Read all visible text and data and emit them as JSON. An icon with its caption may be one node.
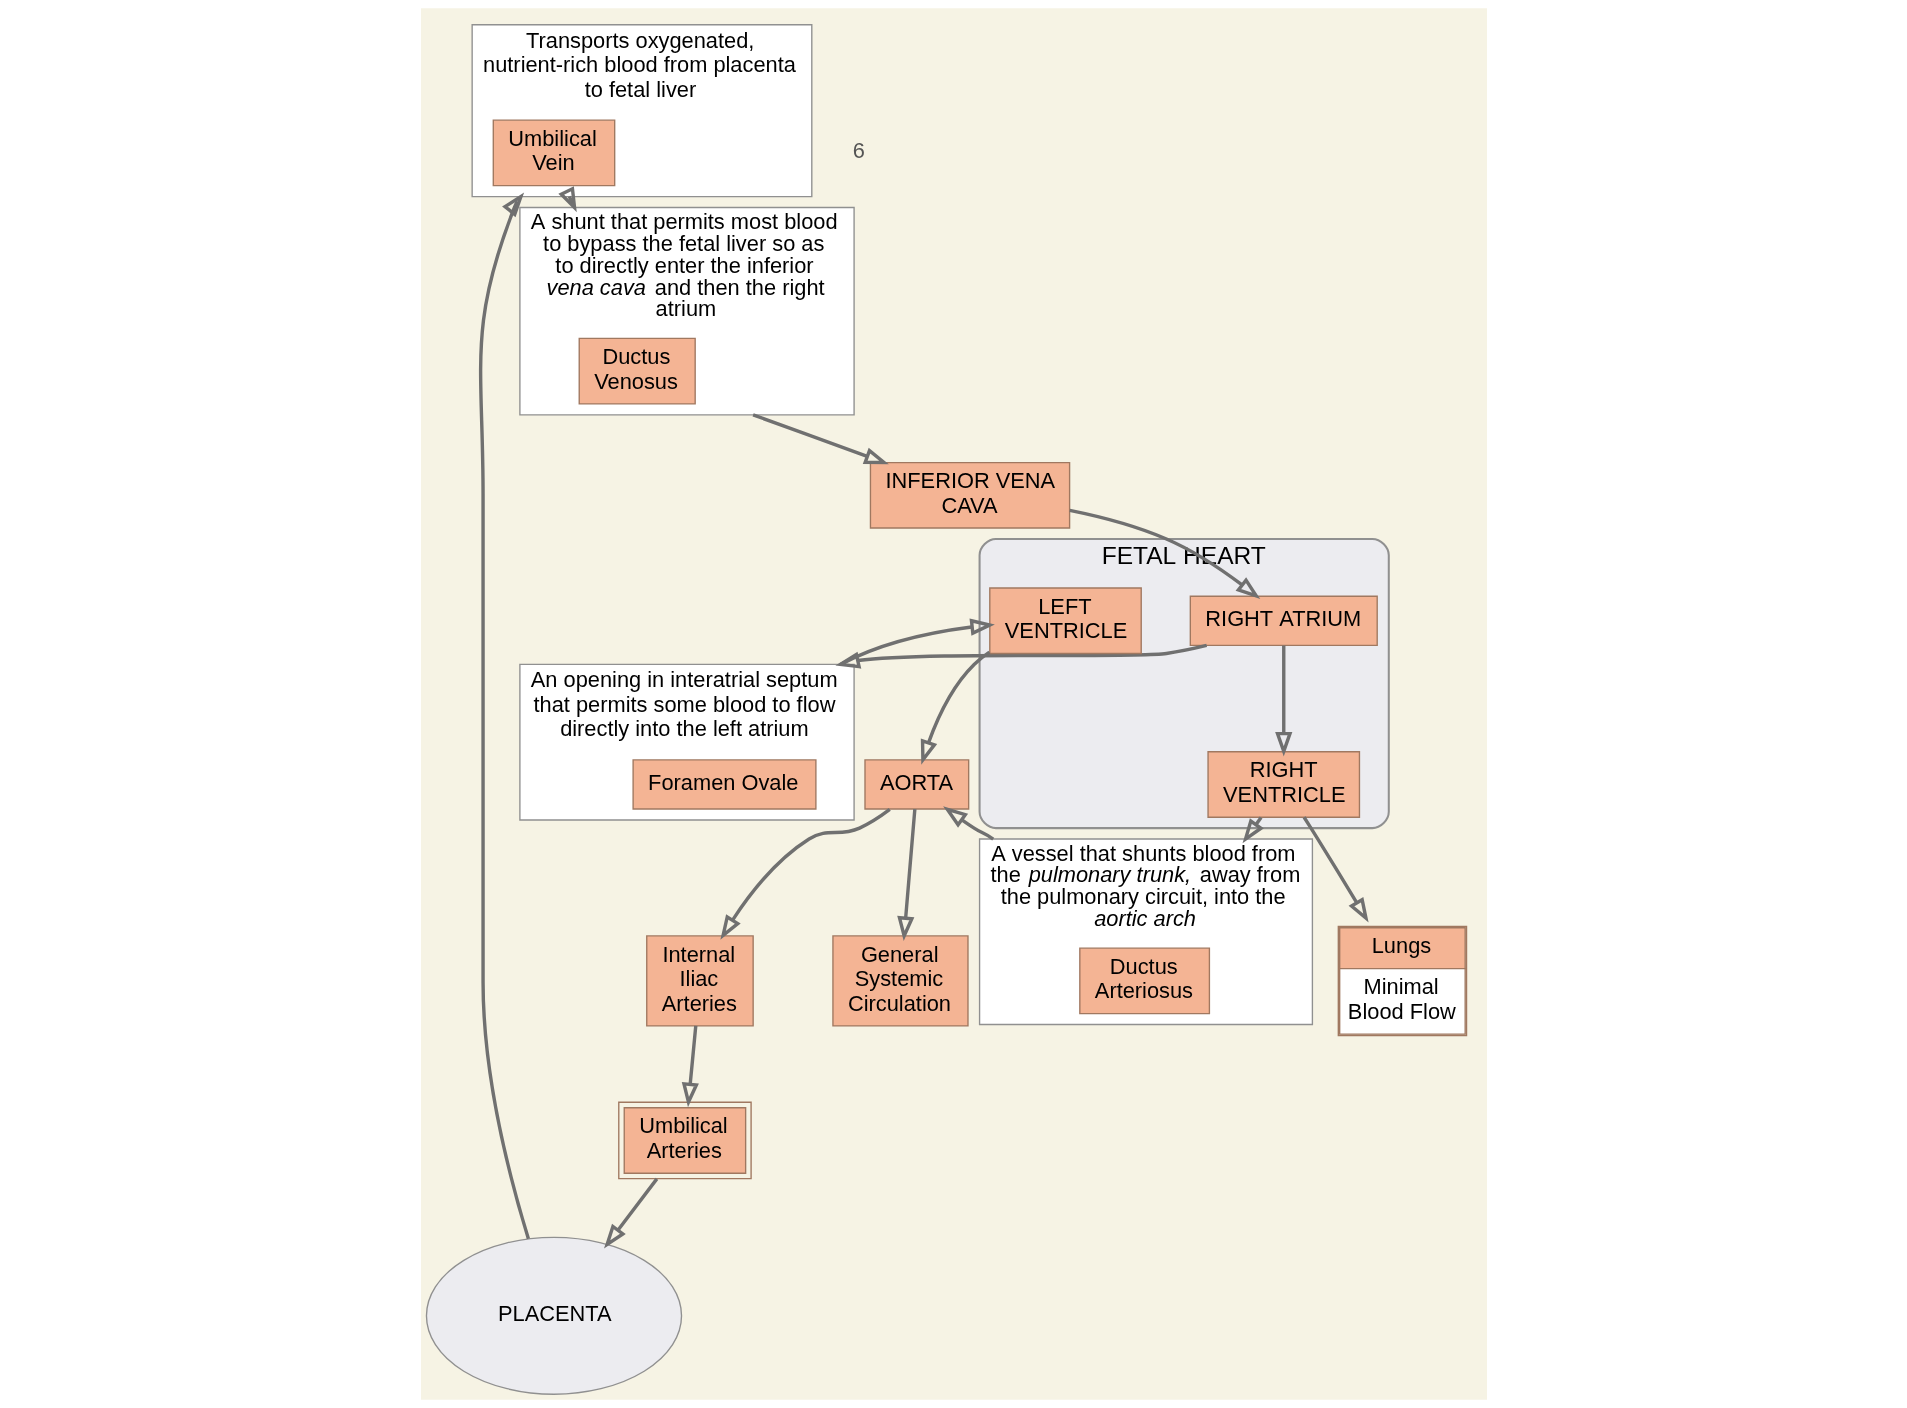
{
  "diagram": {
    "nodes": [
      {
        "text": [
          "FETAL HEART"
        ]
      },
      {
        "text": [
          "RIGHT ATRIUM"
        ],
        "in": 0
      },
      {
        "text": [
          "An opening in interatrial septum that permits some blood to flow directly into the left atrium"
        ]
      },
      {
        "text": [
          "Foramen Ovale"
        ],
        "in": 2
      },
      {
        "text": [
          "RIGHT VENTRICLE"
        ],
        "in": 0
      },
      {
        "text": [
          "LEFT VENTRICLE"
        ],
        "in": 0
      },
      {
        "text": [
          "INFERIOR VENA CAVA"
        ]
      },
      {
        "text": [
          "A shunt that permits most blood to bypass the fetal liver so as to directly enter the inferior *vena cava* and then the right atrium"
        ]
      },
      {
        "text": [
          "Ductus Venosus"
        ],
        "in": 7
      },
      {
        "text": [
          "Lungs",
          "Minimal Blood Flow"
        ]
      },
      {
        "text": [
          "A vessel that shunts blood from the *pulmonary trunk*, away from the pulmonary circuit, into the *aortic arch*"
        ]
      },
      {
        "text": [
          "Ductus Arteriosus"
        ],
        "in": 10
      },
      {
        "text": [
          "AORTA"
        ]
      },
      {
        "text": [
          "General Systemic Circulation"
        ]
      },
      {
        "text": [
          "Internal Iliac Arteries"
        ]
      },
      {
        "text": [
          "PLACENTA"
        ]
      },
      {
        "text": [
          "Transports oxygenated, nutrient-rich blood from placenta to fetal liver"
        ]
      },
      {
        "text": [
          "Umbilical Vein"
        ],
        "in": 16
      },
      {
        "text": [
          "Umbilical Arteries"
        ]
      }
    ],
    "edges": [
      {
        "from": 15,
        "to": 16,
        "arrow": "to"
      },
      {
        "from": 16,
        "to": 7,
        "arrow": "to"
      },
      {
        "from": 7,
        "to": 6,
        "arrow": "to"
      },
      {
        "from": 6,
        "to": 1,
        "arrow": "to"
      },
      {
        "from": 1,
        "to": 2,
        "arrow": "to"
      },
      {
        "from": 2,
        "to": 5,
        "arrow": "to"
      },
      {
        "from": 1,
        "to": 4,
        "arrow": "to"
      },
      {
        "from": 4,
        "to": 9,
        "arrow": "to"
      },
      {
        "from": 4,
        "to": 10,
        "arrow": "to"
      },
      {
        "from": 10,
        "to": 12,
        "arrow": "to"
      },
      {
        "from": 5,
        "to": 12,
        "arrow": "to"
      },
      {
        "from": 12,
        "to": 13,
        "arrow": "to"
      },
      {
        "from": 12,
        "to": 14,
        "arrow": "to"
      },
      {
        "from": 14,
        "to": 18,
        "arrow": "to"
      },
      {
        "from": 18,
        "to": 15,
        "arrow": "to"
      }
    ],
    "labels": [
      "6"
    ]
  }
}
